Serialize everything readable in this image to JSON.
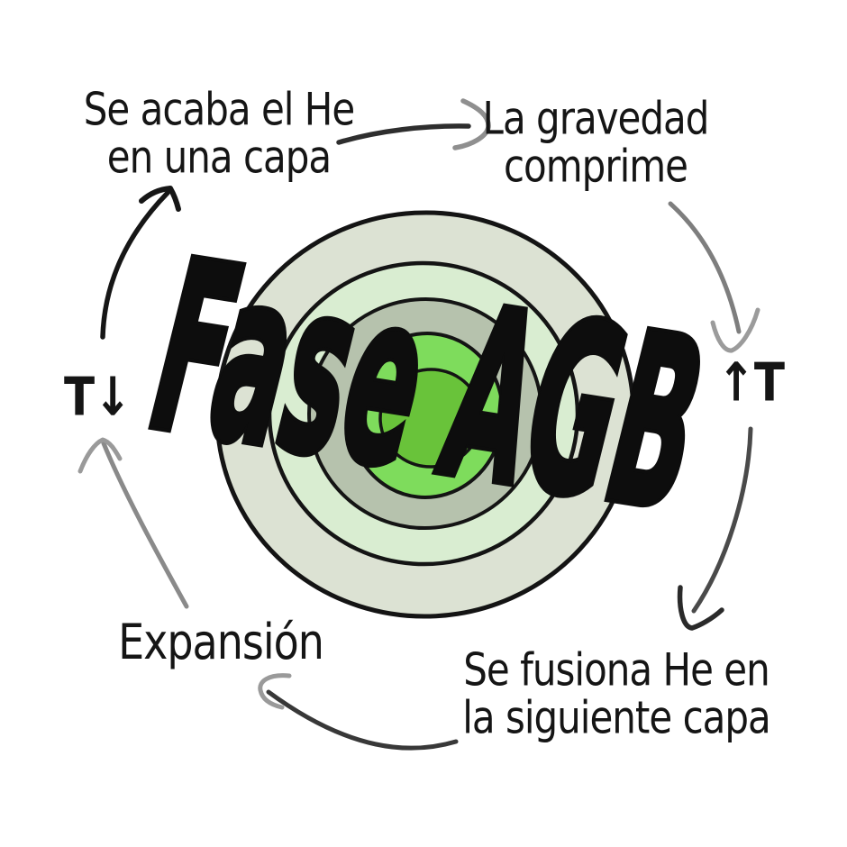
{
  "diagram": {
    "center_title": "Fase AGB",
    "star": {
      "outline_color": "#141414",
      "layers": [
        {
          "name": "outer-envelope",
          "color": "#dce2d3"
        },
        {
          "name": "shell-2",
          "color": "#d9edd1"
        },
        {
          "name": "shell-3",
          "color": "#b6c2ad"
        },
        {
          "name": "shell-4",
          "color": "#7edc5c"
        },
        {
          "name": "core",
          "color": "#69c33a"
        }
      ]
    },
    "labels": {
      "top_left_line1": "Se acaba el He",
      "top_left_line2": "en una capa",
      "top_right_line1": "La gravedad",
      "top_right_line2": "comprime",
      "right_temp": "↑T",
      "bottom_right_line1": "Se fusiona He en",
      "bottom_right_line2": "la siguiente capa",
      "bottom_left": "Expansión",
      "left_temp": "T↓"
    },
    "cycle_flow": [
      "Se acaba el He en una capa",
      "La gravedad comprime",
      "↑T",
      "Se fusiona He en la siguiente capa",
      "Expansión",
      "T↓"
    ],
    "arrow_colors": {
      "dark": "#1f1f1f",
      "mid": "#4a4a4a",
      "gray": "#8a8a8a",
      "light_gray": "#9b9b9b"
    }
  }
}
